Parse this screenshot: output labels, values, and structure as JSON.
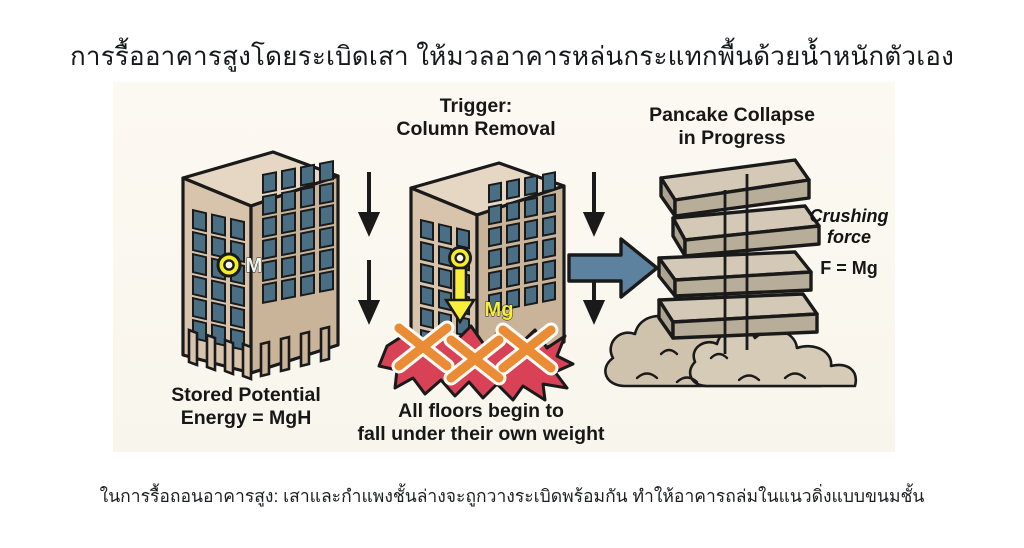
{
  "title": "การรื้ออาคารสูงโดยระเบิดเสา ให้มวลอาคารหล่นกระแทกพื้นด้วยน้ำหนักตัวเอง",
  "caption": "ในการรื้อถอนอาคารสูง: เสาและกำแพงชั้นล่างจะถูกวางระเบิดพร้อมกัน ทำให้อาคารถล่มในแนวดิ่งแบบขนมชั้น",
  "panels": {
    "left": {
      "marker_label": "M",
      "bottom_caption": "Stored Potential\nEnergy = MgH"
    },
    "middle": {
      "top_caption": "Trigger:\nColumn Removal",
      "force_label": "Mg",
      "bottom_caption": "All floors begin to\nfall under their own weight"
    },
    "right": {
      "top_caption": "Pancake Collapse\nin Progress",
      "force_caption": "Crushing\nforce",
      "formula": "F = Mg"
    }
  },
  "colors": {
    "page_background": "#ffffff",
    "panel_background": "#fbf8f1",
    "building_facade": "#d8c4ac",
    "building_side": "#c3ad93",
    "building_roof": "#e3d4c0",
    "window_blue": "#4a6f85",
    "outline": "#1a1a1a",
    "marker_yellow": "#f5ef1f",
    "force_arrow_yellow": "#f7ef3a",
    "explosion_red": "#d94256",
    "x_orange": "#ea8c36",
    "transition_arrow_blue": "#5d82a0",
    "dust_cloud": "#cfc3ad",
    "slab_top": "#cfc5b2",
    "slab_face": "#b3a995",
    "text_dark": "#171717"
  }
}
